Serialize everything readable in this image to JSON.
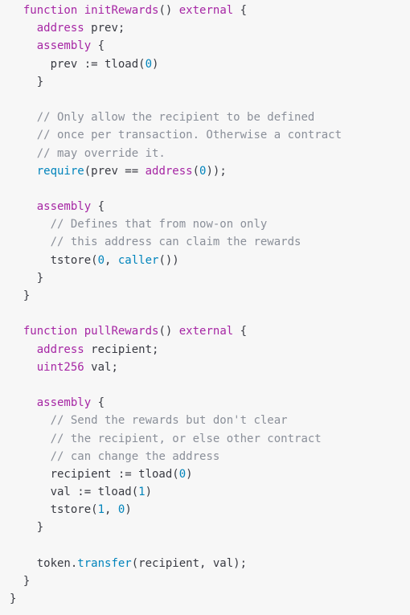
{
  "colors": {
    "background": "#f7f7f7",
    "plain": "#383a42",
    "keyword": "#a626a4",
    "number": "#0184bc",
    "call": "#0184bc",
    "comment": "#8a8f99"
  },
  "lines": [
    [
      {
        "t": "  "
      },
      {
        "t": "function",
        "c": "kw"
      },
      {
        "t": " "
      },
      {
        "t": "initRewards",
        "c": "fn"
      },
      {
        "t": "() "
      },
      {
        "t": "external",
        "c": "kw"
      },
      {
        "t": " {"
      }
    ],
    [
      {
        "t": "    "
      },
      {
        "t": "address",
        "c": "ty"
      },
      {
        "t": " prev;"
      }
    ],
    [
      {
        "t": "    "
      },
      {
        "t": "assembly",
        "c": "kw"
      },
      {
        "t": " {"
      }
    ],
    [
      {
        "t": "      prev := tload("
      },
      {
        "t": "0",
        "c": "num"
      },
      {
        "t": ")"
      }
    ],
    [
      {
        "t": "    }"
      }
    ],
    [
      {
        "t": ""
      }
    ],
    [
      {
        "t": "    "
      },
      {
        "t": "// Only allow the recipient to be defined",
        "c": "cm"
      }
    ],
    [
      {
        "t": "    "
      },
      {
        "t": "// once per transaction. Otherwise a contract",
        "c": "cm"
      }
    ],
    [
      {
        "t": "    "
      },
      {
        "t": "// may override it.",
        "c": "cm"
      }
    ],
    [
      {
        "t": "    "
      },
      {
        "t": "require",
        "c": "call"
      },
      {
        "t": "(prev == "
      },
      {
        "t": "address",
        "c": "ty"
      },
      {
        "t": "("
      },
      {
        "t": "0",
        "c": "num"
      },
      {
        "t": "));"
      }
    ],
    [
      {
        "t": ""
      }
    ],
    [
      {
        "t": "    "
      },
      {
        "t": "assembly",
        "c": "kw"
      },
      {
        "t": " {"
      }
    ],
    [
      {
        "t": "      "
      },
      {
        "t": "// Defines that from now-on only",
        "c": "cm"
      }
    ],
    [
      {
        "t": "      "
      },
      {
        "t": "// this address can claim the rewards",
        "c": "cm"
      }
    ],
    [
      {
        "t": "      tstore("
      },
      {
        "t": "0",
        "c": "num"
      },
      {
        "t": ", "
      },
      {
        "t": "caller",
        "c": "call"
      },
      {
        "t": "())"
      }
    ],
    [
      {
        "t": "    }"
      }
    ],
    [
      {
        "t": "  }"
      }
    ],
    [
      {
        "t": ""
      }
    ],
    [
      {
        "t": "  "
      },
      {
        "t": "function",
        "c": "kw"
      },
      {
        "t": " "
      },
      {
        "t": "pullRewards",
        "c": "fn"
      },
      {
        "t": "() "
      },
      {
        "t": "external",
        "c": "kw"
      },
      {
        "t": " {"
      }
    ],
    [
      {
        "t": "    "
      },
      {
        "t": "address",
        "c": "ty"
      },
      {
        "t": " recipient;"
      }
    ],
    [
      {
        "t": "    "
      },
      {
        "t": "uint256",
        "c": "ty"
      },
      {
        "t": " val;"
      }
    ],
    [
      {
        "t": ""
      }
    ],
    [
      {
        "t": "    "
      },
      {
        "t": "assembly",
        "c": "kw"
      },
      {
        "t": " {"
      }
    ],
    [
      {
        "t": "      "
      },
      {
        "t": "// Send the rewards but don't clear",
        "c": "cm"
      }
    ],
    [
      {
        "t": "      "
      },
      {
        "t": "// the recipient, or else other contract",
        "c": "cm"
      }
    ],
    [
      {
        "t": "      "
      },
      {
        "t": "// can change the address",
        "c": "cm"
      }
    ],
    [
      {
        "t": "      recipient := tload("
      },
      {
        "t": "0",
        "c": "num"
      },
      {
        "t": ")"
      }
    ],
    [
      {
        "t": "      val := tload("
      },
      {
        "t": "1",
        "c": "num"
      },
      {
        "t": ")"
      }
    ],
    [
      {
        "t": "      tstore("
      },
      {
        "t": "1",
        "c": "num"
      },
      {
        "t": ", "
      },
      {
        "t": "0",
        "c": "num"
      },
      {
        "t": ")"
      }
    ],
    [
      {
        "t": "    }"
      }
    ],
    [
      {
        "t": ""
      }
    ],
    [
      {
        "t": "    token."
      },
      {
        "t": "transfer",
        "c": "call"
      },
      {
        "t": "(recipient, val);"
      }
    ],
    [
      {
        "t": "  }"
      }
    ],
    [
      {
        "t": "}"
      }
    ]
  ]
}
